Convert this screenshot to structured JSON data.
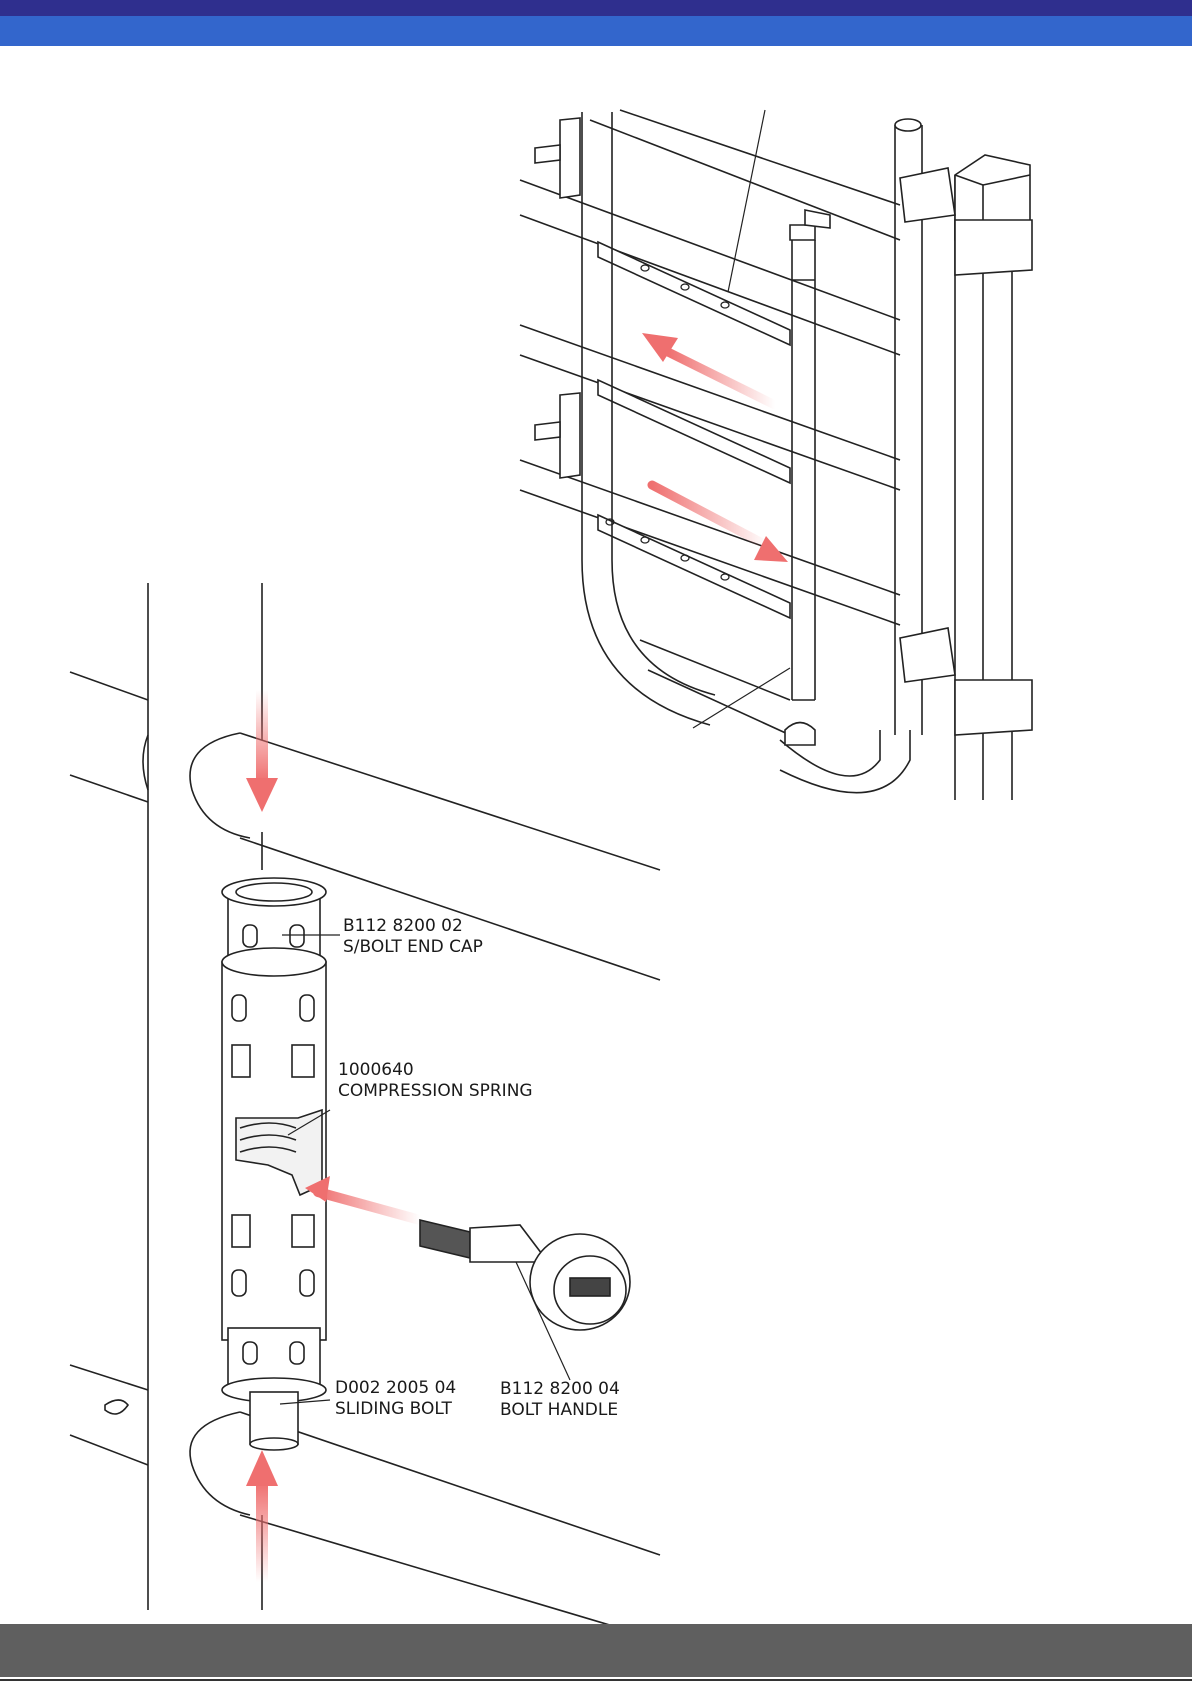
{
  "colors": {
    "header_dark": "#2f2f8e",
    "header_light": "#3366cc",
    "footer": "#5f5f5f",
    "arrow": "#ef6f6f",
    "line": "#222222"
  },
  "labels": {
    "end_cap": {
      "part": "B112 8200 02",
      "name": "S/BOLT END CAP"
    },
    "spring": {
      "part": "1000640",
      "name": "COMPRESSION SPRING"
    },
    "handle": {
      "part": "B112 8200 04",
      "name": "BOLT HANDLE"
    },
    "bolt": {
      "part": "D002 2005 04",
      "name": "SLIDING BOLT"
    }
  }
}
